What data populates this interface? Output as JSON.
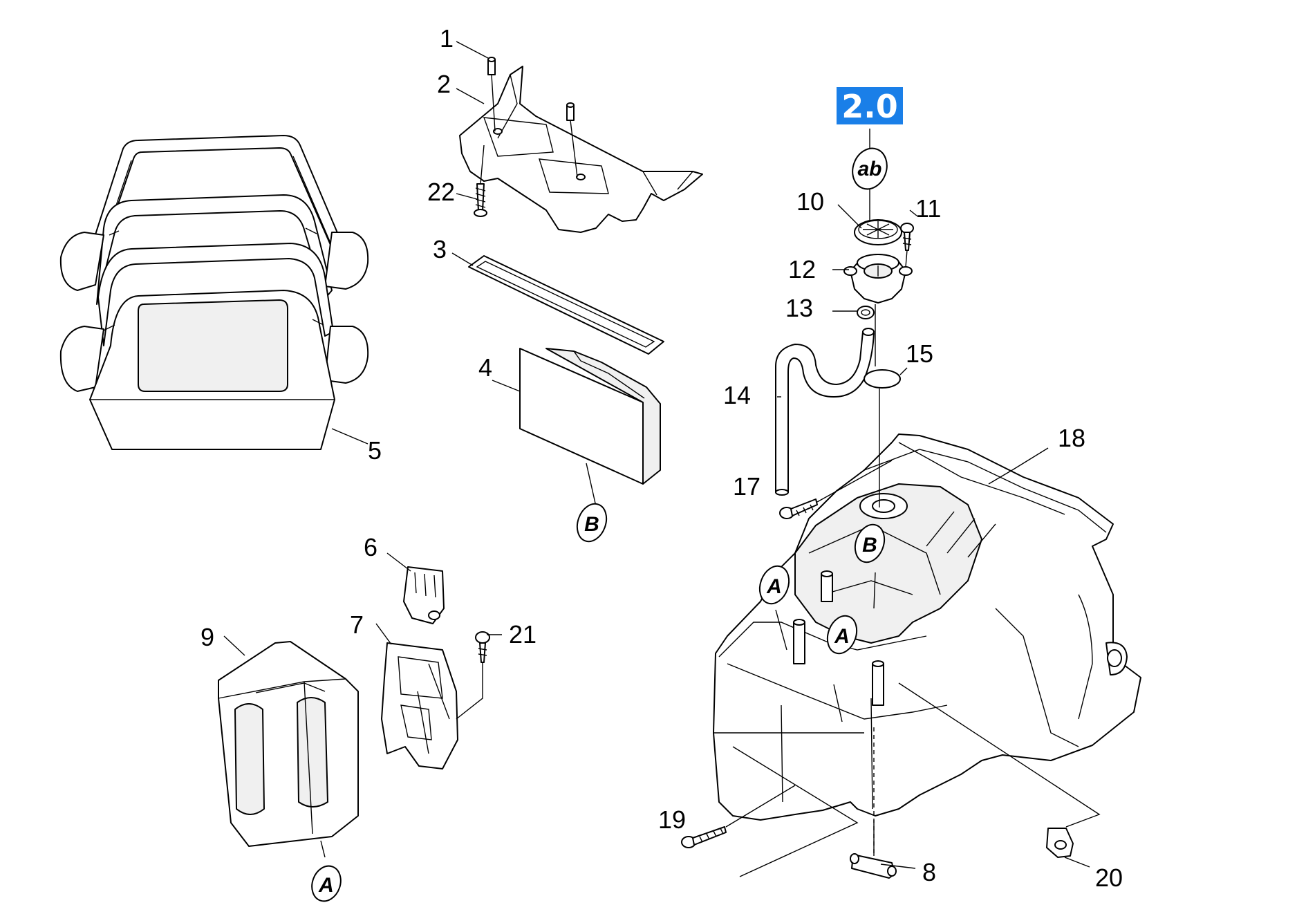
{
  "badge": {
    "label": "2.0",
    "color": "#1a7fe8"
  },
  "callouts": {
    "c1": "1",
    "c2": "2",
    "c3": "3",
    "c4": "4",
    "c5": "5",
    "c6": "6",
    "c7": "7",
    "c8": "8",
    "c9": "9",
    "c10": "10",
    "c11": "11",
    "c12": "12",
    "c13": "13",
    "c14": "14",
    "c15": "15",
    "c17": "17",
    "c18": "18",
    "c19": "19",
    "c20": "20",
    "c21": "21",
    "c22": "22"
  },
  "refs": {
    "ab": "ab",
    "a": "A",
    "b": "B"
  }
}
